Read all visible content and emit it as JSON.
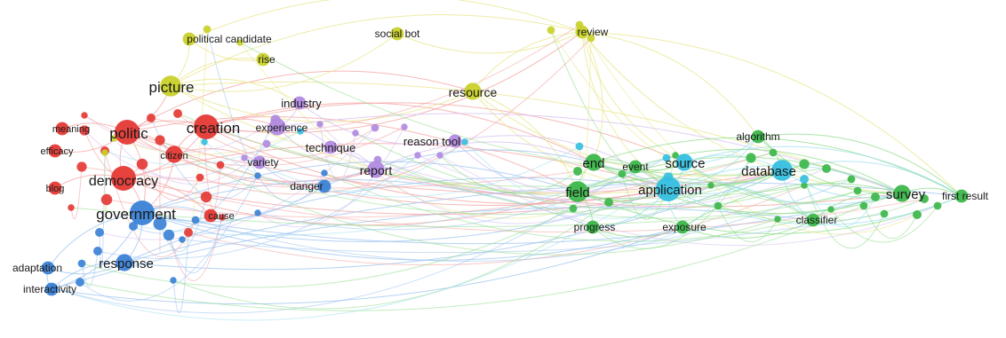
{
  "network": {
    "clusters": [
      {
        "id": "red",
        "color": "#e53935"
      },
      {
        "id": "yellow",
        "color": "#c9d12a"
      },
      {
        "id": "purple",
        "color": "#b28ae0"
      },
      {
        "id": "blue",
        "color": "#3b82d6"
      },
      {
        "id": "green",
        "color": "#3cb74a"
      },
      {
        "id": "cyan",
        "color": "#36bfe0"
      }
    ],
    "edge_colors": {
      "red": "#f3a29f",
      "yellow": "#e8e58a",
      "purple": "#d6bdf0",
      "blue": "#9cc3ef",
      "green": "#8fdc8a",
      "cyan": "#9fe0ef"
    },
    "nodes": [
      {
        "id": "politic",
        "label": "politic",
        "cluster": "red",
        "weight": 5
      },
      {
        "id": "creation",
        "label": "creation",
        "cluster": "red",
        "weight": 5
      },
      {
        "id": "democracy",
        "label": "democracy",
        "cluster": "red",
        "weight": 5
      },
      {
        "id": "citizen",
        "label": "citizen",
        "cluster": "red",
        "weight": 3
      },
      {
        "id": "meaning",
        "label": "meaning",
        "cluster": "red",
        "weight": 2
      },
      {
        "id": "efficacy",
        "label": "efficacy",
        "cluster": "red",
        "weight": 2
      },
      {
        "id": "blog",
        "label": "blog",
        "cluster": "red",
        "weight": 2
      },
      {
        "id": "cause",
        "label": "cause",
        "cluster": "red",
        "weight": 2
      },
      {
        "id": "picture",
        "label": "picture",
        "cluster": "yellow",
        "weight": 4
      },
      {
        "id": "political_candidate",
        "label": "political candidate",
        "cluster": "yellow",
        "weight": 2
      },
      {
        "id": "rise",
        "label": "rise",
        "cluster": "yellow",
        "weight": 2
      },
      {
        "id": "social_bot",
        "label": "social bot",
        "cluster": "yellow",
        "weight": 2
      },
      {
        "id": "review",
        "label": "review",
        "cluster": "yellow",
        "weight": 2
      },
      {
        "id": "resource",
        "label": "resource",
        "cluster": "yellow",
        "weight": 3
      },
      {
        "id": "industry",
        "label": "industry",
        "cluster": "purple",
        "weight": 2
      },
      {
        "id": "experience",
        "label": "experience",
        "cluster": "purple",
        "weight": 3
      },
      {
        "id": "technique",
        "label": "technique",
        "cluster": "purple",
        "weight": 2
      },
      {
        "id": "variety",
        "label": "variety",
        "cluster": "purple",
        "weight": 2
      },
      {
        "id": "report",
        "label": "report",
        "cluster": "purple",
        "weight": 3
      },
      {
        "id": "reason_tool",
        "label": "reason tool",
        "cluster": "purple",
        "weight": 2
      },
      {
        "id": "government",
        "label": "government",
        "cluster": "blue",
        "weight": 5
      },
      {
        "id": "response",
        "label": "response",
        "cluster": "blue",
        "weight": 3
      },
      {
        "id": "adaptation",
        "label": "adaptation",
        "cluster": "blue",
        "weight": 2
      },
      {
        "id": "interactivity",
        "label": "interactivity",
        "cluster": "blue",
        "weight": 2
      },
      {
        "id": "danger",
        "label": "danger",
        "cluster": "blue",
        "weight": 2
      },
      {
        "id": "end",
        "label": "end",
        "cluster": "green",
        "weight": 3
      },
      {
        "id": "field",
        "label": "field",
        "cluster": "green",
        "weight": 4
      },
      {
        "id": "event",
        "label": "event",
        "cluster": "green",
        "weight": 2
      },
      {
        "id": "source",
        "label": "source",
        "cluster": "cyan",
        "weight": 3
      },
      {
        "id": "application",
        "label": "application",
        "cluster": "cyan",
        "weight": 5
      },
      {
        "id": "algorithm",
        "label": "algorithm",
        "cluster": "green",
        "weight": 2
      },
      {
        "id": "database",
        "label": "database",
        "cluster": "cyan",
        "weight": 4
      },
      {
        "id": "survey",
        "label": "survey",
        "cluster": "green",
        "weight": 3
      },
      {
        "id": "first_result",
        "label": "first result",
        "cluster": "green",
        "weight": 2
      },
      {
        "id": "classifier",
        "label": "classifier",
        "cluster": "green",
        "weight": 2
      },
      {
        "id": "progress",
        "label": "progress",
        "cluster": "green",
        "weight": 2
      },
      {
        "id": "exposure",
        "label": "exposure",
        "cluster": "green",
        "weight": 2
      }
    ],
    "edges": [
      [
        "politic",
        "creation"
      ],
      [
        "politic",
        "democracy"
      ],
      [
        "politic",
        "citizen"
      ],
      [
        "politic",
        "picture"
      ],
      [
        "politic",
        "government"
      ],
      [
        "politic",
        "meaning"
      ],
      [
        "politic",
        "efficacy"
      ],
      [
        "politic",
        "application"
      ],
      [
        "politic",
        "field"
      ],
      [
        "politic",
        "database"
      ],
      [
        "politic",
        "resource"
      ],
      [
        "politic",
        "report"
      ],
      [
        "creation",
        "democracy"
      ],
      [
        "creation",
        "citizen"
      ],
      [
        "creation",
        "experience"
      ],
      [
        "creation",
        "application"
      ],
      [
        "creation",
        "source"
      ],
      [
        "creation",
        "survey"
      ],
      [
        "creation",
        "end"
      ],
      [
        "creation",
        "review"
      ],
      [
        "democracy",
        "government"
      ],
      [
        "democracy",
        "blog"
      ],
      [
        "democracy",
        "cause"
      ],
      [
        "democracy",
        "field"
      ],
      [
        "democracy",
        "application"
      ],
      [
        "democracy",
        "database"
      ],
      [
        "citizen",
        "government"
      ],
      [
        "citizen",
        "report"
      ],
      [
        "citizen",
        "variety"
      ],
      [
        "picture",
        "political_candidate"
      ],
      [
        "picture",
        "rise"
      ],
      [
        "picture",
        "social_bot"
      ],
      [
        "picture",
        "review"
      ],
      [
        "picture",
        "resource"
      ],
      [
        "picture",
        "industry"
      ],
      [
        "picture",
        "application"
      ],
      [
        "picture",
        "survey"
      ],
      [
        "political_candidate",
        "rise"
      ],
      [
        "political_candidate",
        "review"
      ],
      [
        "social_bot",
        "review"
      ],
      [
        "resource",
        "review"
      ],
      [
        "resource",
        "application"
      ],
      [
        "resource",
        "field"
      ],
      [
        "resource",
        "database"
      ],
      [
        "review",
        "end"
      ],
      [
        "review",
        "source"
      ],
      [
        "review",
        "algorithm"
      ],
      [
        "review",
        "survey"
      ],
      [
        "review",
        "first_result"
      ],
      [
        "review",
        "application"
      ],
      [
        "industry",
        "experience"
      ],
      [
        "industry",
        "reason_tool"
      ],
      [
        "experience",
        "technique"
      ],
      [
        "experience",
        "report"
      ],
      [
        "technique",
        "report"
      ],
      [
        "report",
        "reason_tool"
      ],
      [
        "reason_tool",
        "application"
      ],
      [
        "reason_tool",
        "field"
      ],
      [
        "report",
        "end"
      ],
      [
        "technique",
        "database"
      ],
      [
        "experience",
        "survey"
      ],
      [
        "variety",
        "danger"
      ],
      [
        "government",
        "response"
      ],
      [
        "government",
        "adaptation"
      ],
      [
        "government",
        "interactivity"
      ],
      [
        "government",
        "danger"
      ],
      [
        "government",
        "cause"
      ],
      [
        "government",
        "application"
      ],
      [
        "government",
        "field"
      ],
      [
        "government",
        "survey"
      ],
      [
        "government",
        "progress"
      ],
      [
        "government",
        "exposure"
      ],
      [
        "response",
        "adaptation"
      ],
      [
        "response",
        "interactivity"
      ],
      [
        "response",
        "application"
      ],
      [
        "response",
        "database"
      ],
      [
        "response",
        "first_result"
      ],
      [
        "adaptation",
        "interactivity"
      ],
      [
        "danger",
        "application"
      ],
      [
        "interactivity",
        "exposure"
      ],
      [
        "interactivity",
        "classifier"
      ],
      [
        "end",
        "field"
      ],
      [
        "end",
        "event"
      ],
      [
        "end",
        "source"
      ],
      [
        "end",
        "application"
      ],
      [
        "field",
        "application"
      ],
      [
        "field",
        "progress"
      ],
      [
        "field",
        "database"
      ],
      [
        "field",
        "survey"
      ],
      [
        "field",
        "first_result"
      ],
      [
        "field",
        "classifier"
      ],
      [
        "event",
        "source"
      ],
      [
        "source",
        "application"
      ],
      [
        "source",
        "algorithm"
      ],
      [
        "source",
        "database"
      ],
      [
        "application",
        "exposure"
      ],
      [
        "application",
        "progress"
      ],
      [
        "application",
        "database"
      ],
      [
        "application",
        "survey"
      ],
      [
        "application",
        "first_result"
      ],
      [
        "application",
        "classifier"
      ],
      [
        "application",
        "algorithm"
      ],
      [
        "algorithm",
        "database"
      ],
      [
        "algorithm",
        "survey"
      ],
      [
        "algorithm",
        "first_result"
      ],
      [
        "database",
        "survey"
      ],
      [
        "database",
        "first_result"
      ],
      [
        "database",
        "classifier"
      ],
      [
        "survey",
        "first_result"
      ],
      [
        "survey",
        "classifier"
      ],
      [
        "classifier",
        "exposure"
      ],
      [
        "progress",
        "exposure"
      ],
      [
        "exposure",
        "survey"
      ],
      [
        "end",
        "survey"
      ],
      [
        "end",
        "first_result"
      ],
      [
        "source",
        "survey"
      ],
      [
        "source",
        "first_result"
      ],
      [
        "event",
        "database"
      ],
      [
        "event",
        "survey"
      ],
      [
        "end",
        "database"
      ]
    ]
  }
}
